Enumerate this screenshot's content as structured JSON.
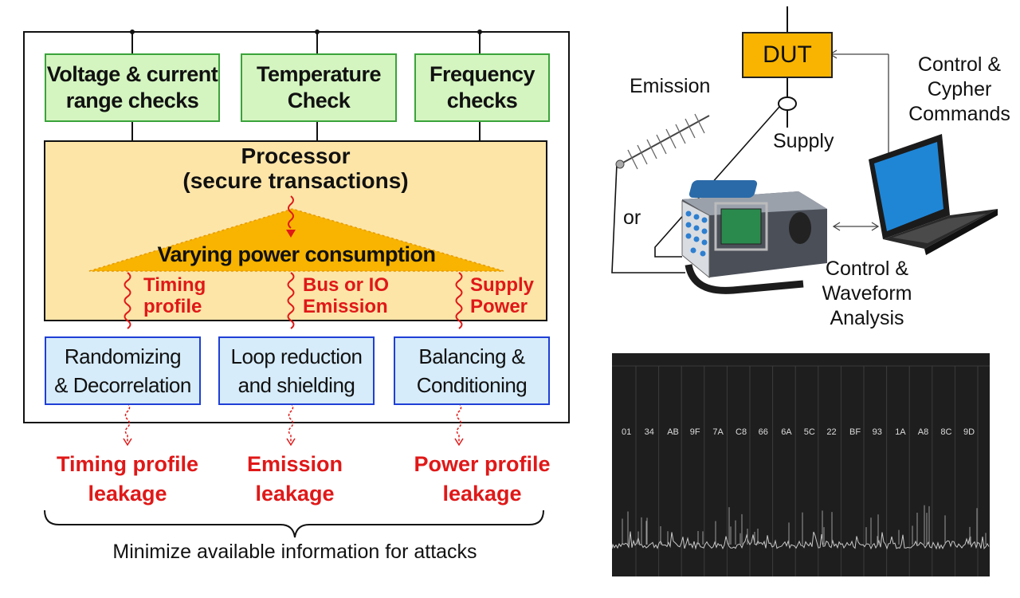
{
  "left_diagram": {
    "checks": [
      "Voltage & current\nrange checks",
      "Temperature\nCheck",
      "Frequency\nchecks"
    ],
    "processor_title": "Processor",
    "processor_subtitle": "(secure transactions)",
    "power_label": "Varying power consumption",
    "channels": [
      "Timing\nprofile",
      "Bus or IO\nEmission",
      "Supply\nPower"
    ],
    "countermeasures": [
      "Randomizing\n& Decorrelation",
      "Loop reduction\nand shielding",
      "Balancing &\nConditioning"
    ],
    "leakages": [
      "Timing profile\nleakage",
      "Emission\nleakage",
      "Power profile\nleakage"
    ],
    "footer": "Minimize available information for attacks"
  },
  "right_diagram": {
    "dut": "DUT",
    "emission": "Emission",
    "supply": "Supply",
    "or": "or",
    "control_cypher": "Control &\nCypher\nCommands",
    "control_waveform": "Control &\nWaveform\nAnalysis"
  },
  "trace": {
    "bytes": [
      "01",
      "34",
      "AB",
      "9F",
      "7A",
      "C8",
      "66",
      "6A",
      "5C",
      "22",
      "BF",
      "93",
      "1A",
      "A8",
      "8C",
      "9D"
    ]
  },
  "colors": {
    "check_fill": "#d4f5c0",
    "check_border": "#3aa33a",
    "processor_fill": "#fde5a8",
    "power_fill": "#f8b400",
    "counter_fill": "#d6ecfa",
    "counter_border": "#1f3fd6",
    "leak_red": "#e01818",
    "dut_fill": "#f8b400"
  }
}
